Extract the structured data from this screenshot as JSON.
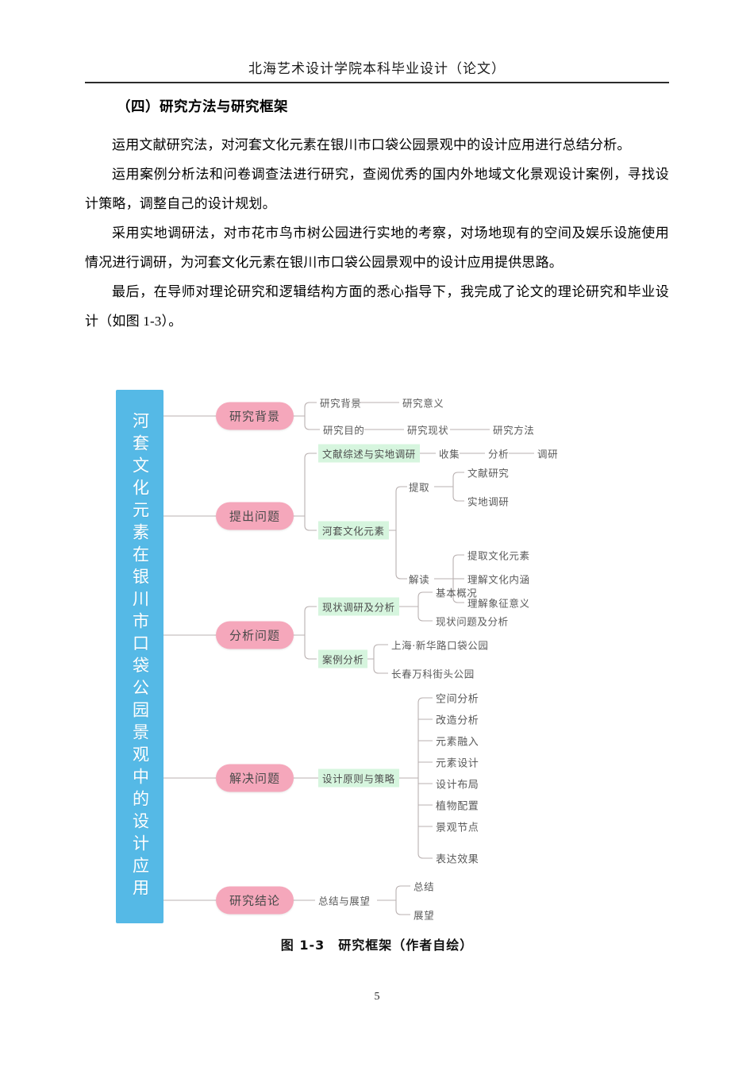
{
  "document": {
    "header_title": "北海艺术设计学院本科毕业设计（论文）",
    "page_number": "5"
  },
  "section": {
    "title": "（四）研究方法与研究框架",
    "paragraphs": [
      "运用文献研究法，对河套文化元素在银川市口袋公园景观中的设计应用进行总结分析。",
      "运用案例分析法和问卷调查法进行研究，查阅优秀的国内外地域文化景观设计案例，寻找设计策略，调整自己的设计规划。",
      "采用实地调研法，对市花市鸟市树公园进行实地的考察，对场地现有的空间及娱乐设施使用情况进行调研，为河套文化元素在银川市口袋公园景观中的设计应用提供思路。",
      "最后，在导师对理论研究和逻辑结构方面的悉心指导下，我完成了论文的理论研究和毕业设计（如图 1-3）。"
    ]
  },
  "figure": {
    "caption": "图 1-3　研究框架（作者自绘）",
    "colors": {
      "root_bar": "#55b9e6",
      "pill": "#f5a7bb",
      "highlight": "#d6f5de",
      "connector": "#b9b0b0",
      "text": "#595959"
    },
    "root": "河套文化元素在银川市口袋公园景观中的设计应用",
    "branches": [
      {
        "label": "研究背景",
        "children": [
          {
            "label": "研究背景",
            "style": "plain",
            "chain": [
              "研究意义"
            ]
          },
          {
            "label": "研究目的",
            "style": "plain",
            "chain": [
              "研究现状",
              "研究方法"
            ]
          }
        ]
      },
      {
        "label": "提出问题",
        "children": [
          {
            "label": "文献综述与实地调研",
            "style": "highlight",
            "chain": [
              "收集",
              "分析",
              "调研"
            ]
          },
          {
            "label": "河套文化元素",
            "style": "highlight",
            "groups": [
              {
                "label": "提取",
                "items": [
                  "文献研究",
                  "实地调研"
                ]
              },
              {
                "label": "解读",
                "items": [
                  "提取文化元素",
                  "理解文化内涵",
                  "理解象征意义"
                ]
              }
            ]
          }
        ]
      },
      {
        "label": "分析问题",
        "children": [
          {
            "label": "现状调研及分析",
            "style": "highlight",
            "items": [
              "基本概况",
              "现状问题及分析"
            ]
          },
          {
            "label": "案例分析",
            "style": "highlight",
            "items": [
              "上海·新华路口袋公园",
              "长春万科街头公园"
            ]
          }
        ]
      },
      {
        "label": "解决问题",
        "children": [
          {
            "label": "设计原则与策略",
            "style": "highlight",
            "items": [
              "空间分析",
              "改造分析",
              "元素融入",
              "元素设计",
              "设计布局",
              "植物配置",
              "景观节点",
              "表达效果"
            ]
          }
        ]
      },
      {
        "label": "研究结论",
        "children": [
          {
            "label": "总结与展望",
            "style": "plain",
            "items": [
              "总结",
              "展望"
            ]
          }
        ]
      }
    ]
  }
}
